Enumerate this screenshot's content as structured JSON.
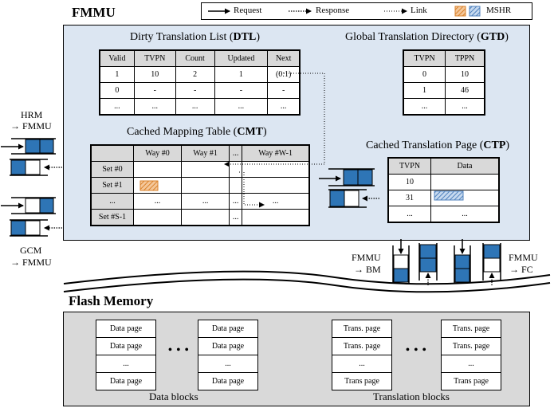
{
  "legend": {
    "request": "Request",
    "response": "Response",
    "link": "Link",
    "mshr": "MSHR"
  },
  "fmmu_title": "FMMU",
  "dtl": {
    "title_pre": "Dirty Translation List (",
    "title_abbr": "DTL",
    "title_post": ")",
    "headers": [
      "Valid",
      "TVPN",
      "Count",
      "Updated",
      "Next"
    ],
    "rows": [
      [
        "1",
        "10",
        "2",
        "1",
        "(0:1)"
      ],
      [
        "0",
        "-",
        "-",
        "-",
        "-"
      ],
      [
        "...",
        "...",
        "...",
        "...",
        "..."
      ]
    ]
  },
  "gtd": {
    "title_pre": "Global Translation Directory (",
    "title_abbr": "GTD",
    "title_post": ")",
    "headers": [
      "TVPN",
      "TPPN"
    ],
    "rows": [
      [
        "0",
        "10"
      ],
      [
        "1",
        "46"
      ],
      [
        "...",
        "..."
      ]
    ]
  },
  "cmt": {
    "title_pre": "Cached Mapping Table (",
    "title_abbr": "CMT",
    "title_post": ")",
    "headers": [
      "",
      "Way #0",
      "Way #1",
      "...",
      "Way #W-1"
    ],
    "rows": [
      "Set #0",
      "Set #1",
      "...",
      "Set #S-1"
    ],
    "cells": [
      [
        "",
        "",
        "",
        ""
      ],
      [
        "",
        "",
        "",
        ""
      ],
      [
        "...",
        "...",
        "...",
        "..."
      ],
      [
        "",
        "",
        "...",
        ""
      ]
    ]
  },
  "ctp": {
    "title_pre": "Cached Translation Page (",
    "title_abbr": "CTP",
    "title_post": ")",
    "headers": [
      "TVPN",
      "Data"
    ],
    "rows": [
      [
        "10",
        ""
      ],
      [
        "31",
        ""
      ],
      [
        "...",
        "..."
      ]
    ]
  },
  "ports": {
    "hrm_line1": "HRM",
    "hrm_line2": "→ FMMU",
    "gcm_line1": "GCM",
    "gcm_line2": "→ FMMU",
    "bm_line1": "FMMU",
    "bm_line2": "→ BM",
    "fc_line1": "FMMU",
    "fc_line2": "→ FC"
  },
  "flash": {
    "title": "Flash Memory",
    "data_blocks_label": "Data blocks",
    "translation_blocks_label": "Translation blocks",
    "ellipsis": "• • •",
    "data_pages": [
      "Data page",
      "Data page",
      "...",
      "Data page"
    ],
    "trans_pages": [
      "Trans. page",
      "Trans. page",
      "...",
      "Trans page"
    ]
  },
  "colors": {
    "fmmu_bg": "#dce6f2",
    "flash_bg": "#d9d9d9",
    "queue_blue": "#2e75b6",
    "mshr_orange": "#e7a35a",
    "mshr_blue": "#7aa5d6"
  }
}
